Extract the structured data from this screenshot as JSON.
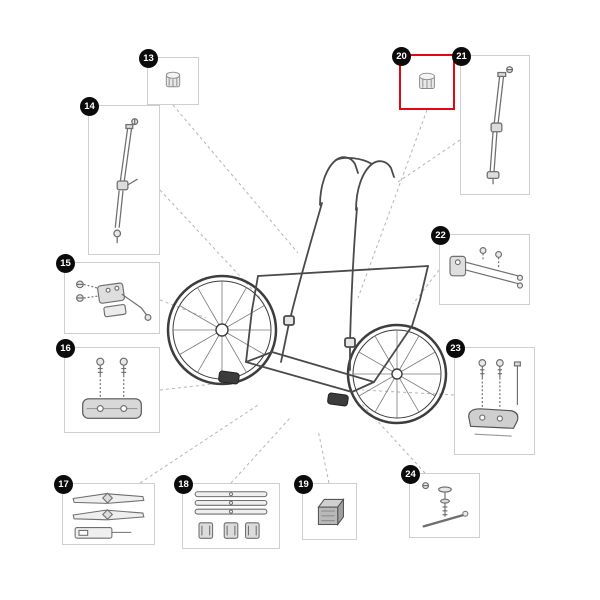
{
  "diagram": {
    "kind": "exploded-parts-diagram",
    "selected_callout": "20",
    "colors": {
      "highlight": "#e30613",
      "badge_bg": "#0b0b0b",
      "badge_text": "#ffffff",
      "box_border": "#cfcfcf",
      "line_art": "#4a4a4a",
      "leader_line": "#b5b5b5"
    }
  },
  "callouts": [
    {
      "number": "13",
      "part_name": "tube-plug-cap",
      "selected": false
    },
    {
      "number": "14",
      "part_name": "tow-bar-pole",
      "selected": false
    },
    {
      "number": "15",
      "part_name": "hitch-assembly",
      "selected": false
    },
    {
      "number": "16",
      "part_name": "mount-bracket-with-screws",
      "selected": false
    },
    {
      "number": "17",
      "part_name": "strap-set",
      "selected": false
    },
    {
      "number": "18",
      "part_name": "strap-and-buckle-kit",
      "selected": false
    },
    {
      "number": "19",
      "part_name": "end-cap-block",
      "selected": false
    },
    {
      "number": "20",
      "part_name": "tube-plug",
      "selected": true
    },
    {
      "number": "21",
      "part_name": "push-bar-tube",
      "selected": false
    },
    {
      "number": "22",
      "part_name": "axle-receiver-assembly",
      "selected": false
    },
    {
      "number": "23",
      "part_name": "wheel-mount-plate-with-screws",
      "selected": false
    },
    {
      "number": "24",
      "part_name": "hitch-pin-bolt",
      "selected": false
    }
  ]
}
